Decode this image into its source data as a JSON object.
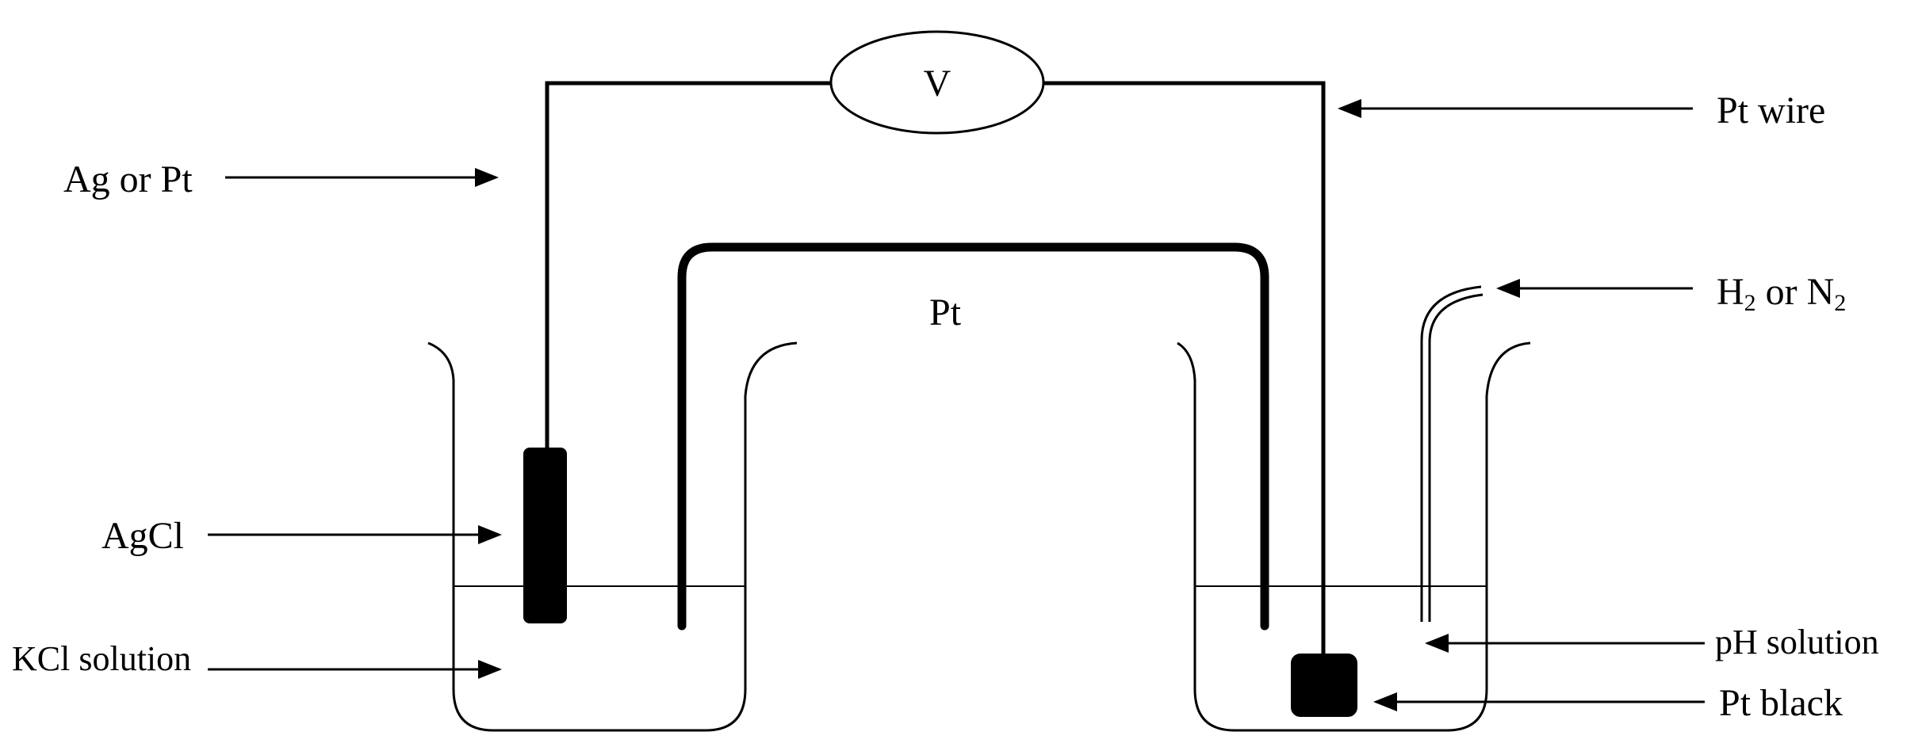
{
  "labels": {
    "voltmeter": "V",
    "pt_wire": "Pt wire",
    "ag_or_pt": "Ag or Pt",
    "pt_bridge": "Pt",
    "gas_h": "H",
    "gas_h_sub": "2",
    "gas_or": " or N",
    "gas_n_sub": "2",
    "agcl": "AgCl",
    "kcl_solution": "KCl solution",
    "ph_solution": "pH solution",
    "pt_black": "Pt black"
  },
  "colors": {
    "ink": "#000000",
    "background": "#ffffff"
  }
}
